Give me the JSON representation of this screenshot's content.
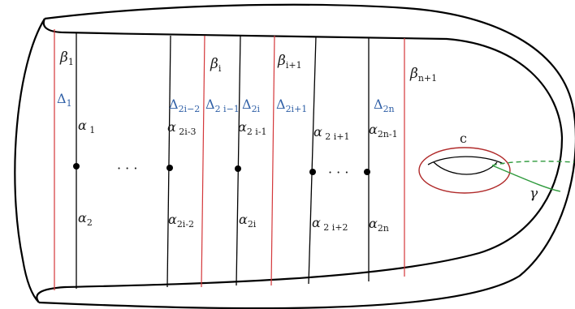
{
  "colors": {
    "outline": "#000000",
    "alpha_curve": "#000000",
    "beta_curve": "#d4373a",
    "delta_label": "#2f5fa6",
    "c_curve": "#b02a2a",
    "gamma_curve": "#2e9a3c"
  },
  "labels": {
    "beta_1": {
      "main": "β",
      "sub": "1"
    },
    "beta_i": {
      "main": "β",
      "sub": "i"
    },
    "beta_i1": {
      "main": "β",
      "sub": "i+1"
    },
    "beta_n1": {
      "main": "β",
      "sub": "n+1"
    },
    "delta_1": {
      "main": "Δ",
      "sub": "1"
    },
    "delta_2i2": {
      "main": "Δ",
      "sub": "2i−2"
    },
    "delta_2i_1": {
      "main": "Δ",
      "sub": "2 i−1"
    },
    "delta_2i": {
      "main": "Δ",
      "sub": "2i"
    },
    "delta_2i1": {
      "main": "Δ",
      "sub": "2i+1"
    },
    "delta_2n": {
      "main": "Δ",
      "sub": "2n"
    },
    "alpha_1": {
      "main": "α",
      "sub": " 1"
    },
    "alpha_2": {
      "main": "α",
      "sub": "2"
    },
    "alpha_2i3": {
      "main": "α",
      "sub": " 2i-3"
    },
    "alpha_2i2": {
      "main": "α",
      "sub": "2i-2"
    },
    "alpha_2i_1": {
      "main": "α",
      "sub": "2 i-1"
    },
    "alpha_2i": {
      "main": "α",
      "sub": "2i"
    },
    "alpha_2i1": {
      "main": "α",
      "sub": " 2 i+1"
    },
    "alpha_2i_2": {
      "main": "α",
      "sub": " 2 i+2"
    },
    "alpha_2n1": {
      "main": "α",
      "sub": "2n-1"
    },
    "alpha_2n": {
      "main": "α",
      "sub": "2n"
    },
    "c": "c",
    "gamma": "γ",
    "dots_left": "· · ·",
    "dots_right": "· · ·"
  }
}
